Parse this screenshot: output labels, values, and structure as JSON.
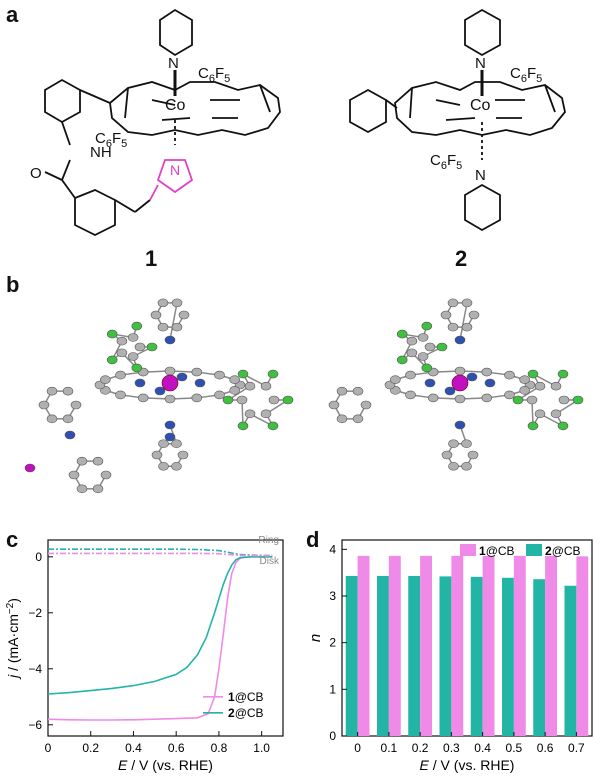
{
  "panels": {
    "a": "a",
    "b": "b",
    "c": "c",
    "d": "d"
  },
  "compounds": {
    "label1": "1",
    "label2": "2",
    "metal": "Co",
    "N": "N",
    "NH": "NH",
    "O": "O",
    "C6F5_text": "C6F5"
  },
  "colors": {
    "black": "#111111",
    "magenta": "#e040c8",
    "teal": "#22b5a5",
    "pink": "#f08ae8",
    "cobalt": "#c010c0",
    "nitrogen": "#3050b0",
    "fluorine": "#40c040",
    "carbon": "#b0b0b0"
  },
  "chart_data": [
    {
      "type": "line",
      "panel": "c",
      "xlabel": "E / V (vs. RHE)",
      "ylabel": "j / (mA·cm−2)",
      "xlim": [
        0,
        1.1
      ],
      "ylim": [
        -6.4,
        0.6
      ],
      "xticks": [
        "0",
        "0.2",
        "0.4",
        "0.6",
        "0.8",
        "1.0"
      ],
      "yticks": [
        "0",
        "−2",
        "−4",
        "−6"
      ],
      "annotations": [
        "Ring",
        "Disk"
      ],
      "legend": [
        "1@CB",
        "2@CB"
      ],
      "legend_position": "bottom-right",
      "series": [
        {
          "name": "1@CB",
          "color": "#f08ae8",
          "x": [
            0.0,
            0.1,
            0.2,
            0.3,
            0.4,
            0.5,
            0.6,
            0.7,
            0.75,
            0.78,
            0.8,
            0.82,
            0.84,
            0.86,
            0.88,
            0.9,
            0.92,
            0.95,
            1.0,
            1.05
          ],
          "y": [
            -5.8,
            -5.82,
            -5.83,
            -5.83,
            -5.82,
            -5.8,
            -5.78,
            -5.75,
            -5.6,
            -5.0,
            -4.0,
            -2.8,
            -1.5,
            -0.6,
            -0.2,
            -0.05,
            -0.02,
            0.0,
            0.0,
            0.0
          ]
        },
        {
          "name": "2@CB",
          "color": "#22b5a5",
          "x": [
            0.0,
            0.1,
            0.2,
            0.3,
            0.4,
            0.5,
            0.6,
            0.65,
            0.7,
            0.74,
            0.78,
            0.8,
            0.82,
            0.84,
            0.86,
            0.88,
            0.9,
            0.95,
            1.0,
            1.05
          ],
          "y": [
            -4.9,
            -4.85,
            -4.78,
            -4.7,
            -4.6,
            -4.45,
            -4.2,
            -3.95,
            -3.5,
            -2.9,
            -2.0,
            -1.5,
            -1.0,
            -0.6,
            -0.3,
            -0.1,
            -0.03,
            0.0,
            0.0,
            0.0
          ]
        },
        {
          "name": "Ring",
          "color": "#22b5a5",
          "x": [
            0.0,
            0.2,
            0.4,
            0.6,
            0.7,
            0.8,
            0.85,
            0.9,
            1.0,
            1.05
          ],
          "y": [
            0.27,
            0.27,
            0.27,
            0.27,
            0.26,
            0.22,
            0.15,
            0.08,
            0.05,
            0.05
          ]
        },
        {
          "name": "Disk",
          "color": "#f08ae8",
          "x": [
            0.0,
            0.2,
            0.4,
            0.6,
            0.7,
            0.8,
            0.85,
            0.9,
            1.0,
            1.05
          ],
          "y": [
            0.12,
            0.12,
            0.12,
            0.12,
            0.12,
            0.11,
            0.08,
            0.05,
            0.04,
            0.04
          ]
        }
      ]
    },
    {
      "type": "bar",
      "panel": "d",
      "xlabel": "E / V (vs. RHE)",
      "ylabel": "n",
      "categories": [
        "0",
        "0.1",
        "0.2",
        "0.3",
        "0.4",
        "0.5",
        "0.6",
        "0.7"
      ],
      "ylim": [
        0,
        4.2
      ],
      "yticks": [
        "0",
        "1",
        "2",
        "3",
        "4"
      ],
      "legend_position": "top",
      "series": [
        {
          "name": "2@CB",
          "color": "#22b5a5",
          "values": [
            3.43,
            3.43,
            3.43,
            3.42,
            3.41,
            3.39,
            3.36,
            3.22
          ]
        },
        {
          "name": "1@CB",
          "color": "#f08ae8",
          "values": [
            3.86,
            3.86,
            3.86,
            3.86,
            3.86,
            3.86,
            3.86,
            3.85
          ]
        }
      ]
    }
  ]
}
